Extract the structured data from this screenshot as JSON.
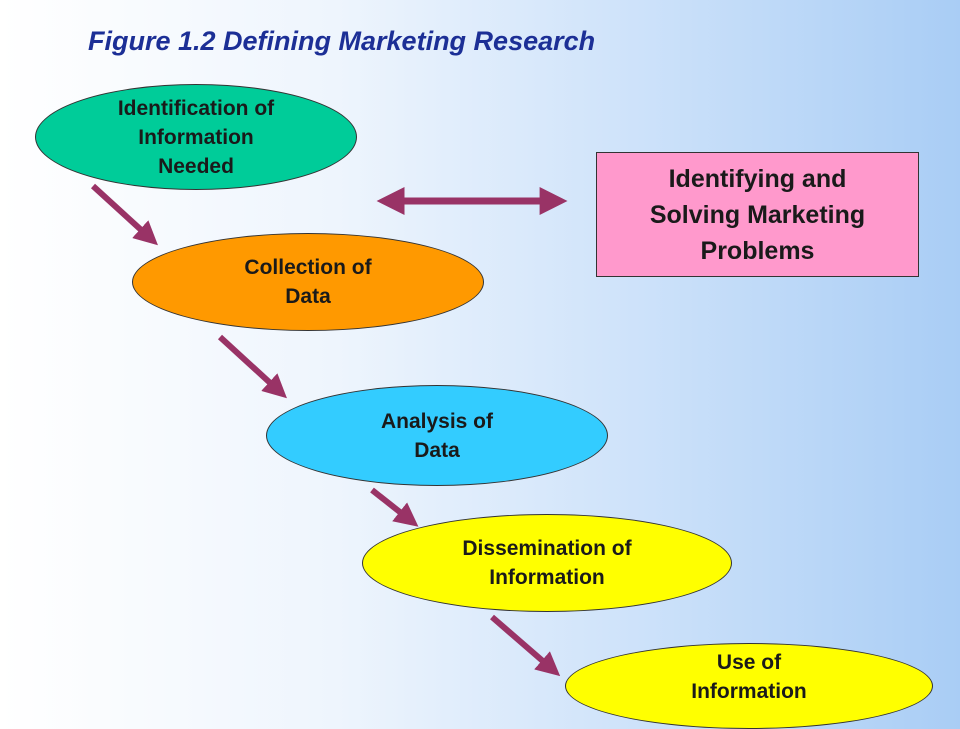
{
  "title": "Figure 1.2 Defining Marketing Research",
  "steps": [
    {
      "lines": [
        "Identification of",
        "Information",
        "Needed"
      ],
      "color": "#00cc99"
    },
    {
      "lines": [
        "Collection of",
        "Data"
      ],
      "color": "#ff9900"
    },
    {
      "lines": [
        "Analysis of",
        "Data"
      ],
      "color": "#33ccff"
    },
    {
      "lines": [
        "Dissemination of",
        "Information"
      ],
      "color": "#ffff00"
    },
    {
      "lines": [
        "Use of",
        "Information"
      ],
      "color": "#ffff00"
    }
  ],
  "goal": {
    "lines": [
      "Identifying and",
      "Solving Marketing",
      "Problems"
    ],
    "color": "#ff99cc"
  },
  "arrow_color": "#993366"
}
